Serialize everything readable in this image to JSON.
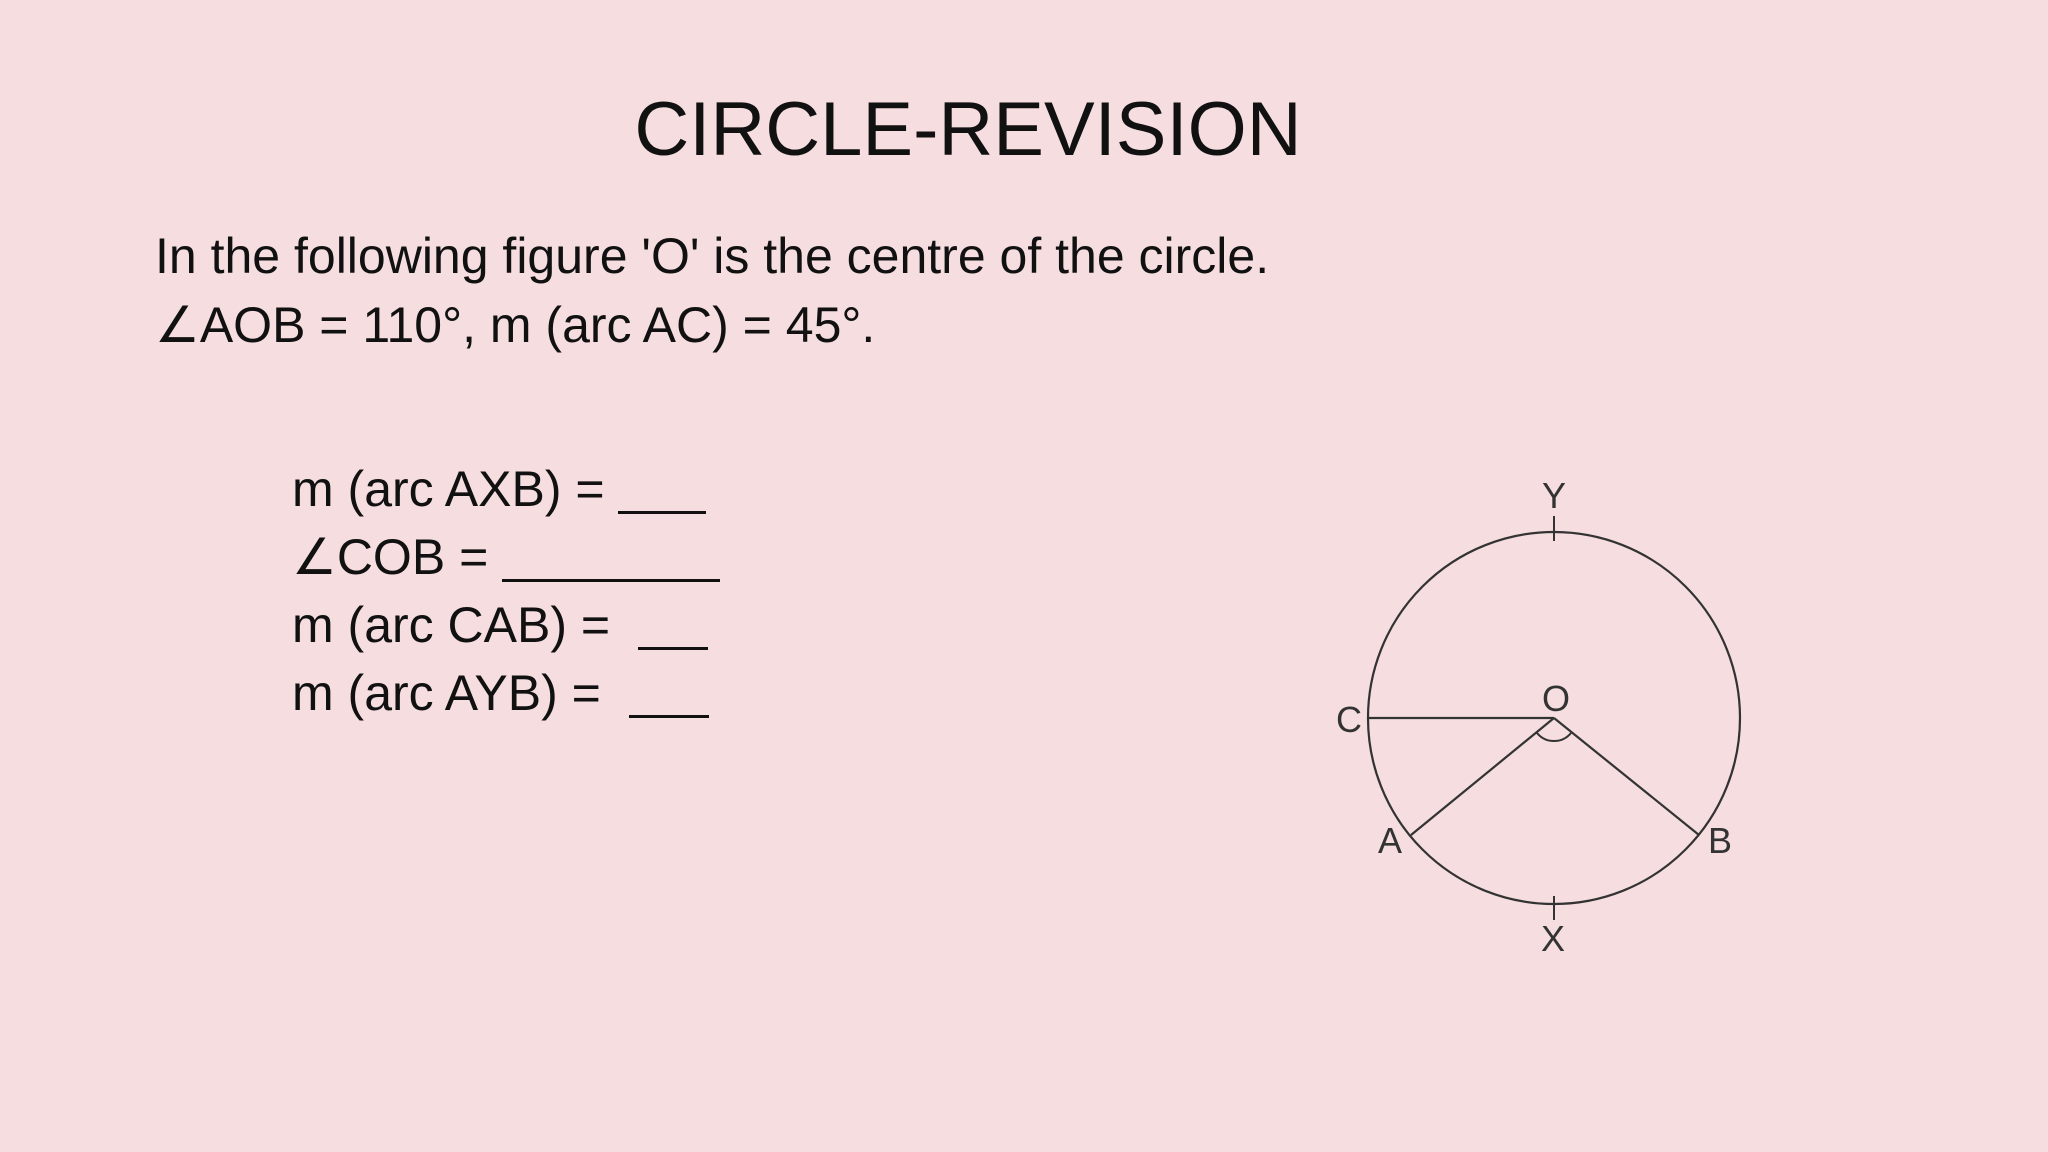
{
  "slide": {
    "title": "CIRCLE-REVISION",
    "intro_lines": [
      "In the following figure 'O' is the centre of the circle.",
      "∠AOB = 110°, m (arc AC) = 45°."
    ],
    "questions": [
      {
        "label": "m (arc AXB) = ",
        "blank_chars": 4
      },
      {
        "label": "∠COB = ",
        "blank_chars": 10
      },
      {
        "label": "m (arc CAB) =  ",
        "blank_chars": 3
      },
      {
        "label": "m (arc AYB) =  ",
        "blank_chars": 3
      }
    ]
  },
  "figure": {
    "points": {
      "O": "O",
      "A": "A",
      "B": "B",
      "C": "C",
      "X": "X",
      "Y": "Y"
    },
    "colors": {
      "background": "#f5dde0",
      "ink": "#333333"
    }
  }
}
